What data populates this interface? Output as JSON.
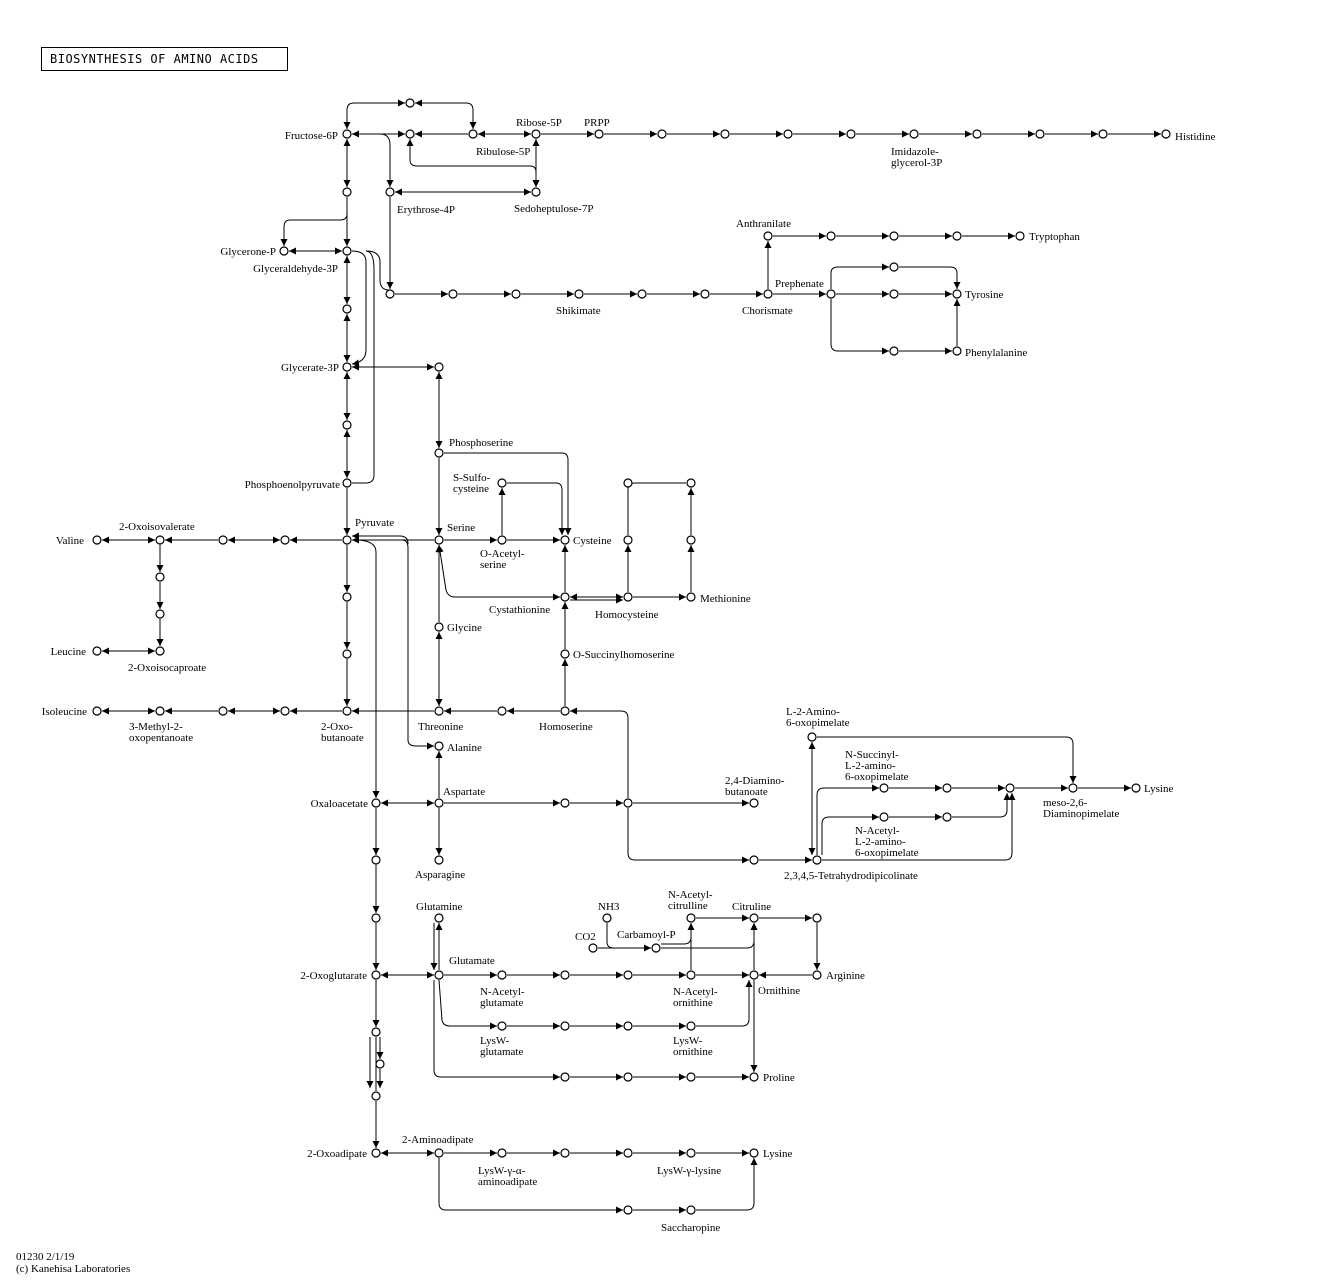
{
  "title": "BIOSYNTHESIS OF AMINO ACIDS",
  "footer": {
    "code_date": "01230 2/1/19",
    "copyright": "(c) Kanehisa Laboratories"
  },
  "compounds": {
    "fructose_6p": "Fructose-6P",
    "ribose_5p": "Ribose-5P",
    "prpp": "PRPP",
    "ribulose_5p": "Ribulose-5P",
    "imidazole_glycerol_3p": [
      "Imidazole-",
      "glycerol-3P"
    ],
    "histidine": "Histidine",
    "erythrose_4p": "Erythrose-4P",
    "sedoheptulose_7p": "Sedoheptulose-7P",
    "glycerone_p": "Glycerone-P",
    "glyceraldehyde_3p": "Glyceraldehyde-3P",
    "anthranilate": "Anthranilate",
    "tryptophan": "Tryptophan",
    "prephenate": "Prephenate",
    "tyrosine": "Tyrosine",
    "shikimate": "Shikimate",
    "chorismate": "Chorismate",
    "phenylalanine": "Phenylalanine",
    "glycerate_3p": "Glycerate-3P",
    "phosphoserine": "Phosphoserine",
    "s_sulfocysteine": [
      "S-Sulfo-",
      "cysteine"
    ],
    "phosphoenolpyruvate": "Phosphoenolpyruvate",
    "pyruvate": "Pyruvate",
    "serine": "Serine",
    "cysteine": "Cysteine",
    "o_acetylserine": [
      "O-Acetyl-",
      "serine"
    ],
    "oxoisovalerate": "2-Oxoisovalerate",
    "valine": "Valine",
    "cystathionine": "Cystathionine",
    "homocysteine": "Homocysteine",
    "methionine": "Methionine",
    "glycine": "Glycine",
    "leucine": "Leucine",
    "oxoisocaproate": "2-Oxoisocaproate",
    "o_succinylhomoserine": "O-Succinylhomoserine",
    "isoleucine": "Isoleucine",
    "methyl_oxopentanoate": [
      "3-Methyl-2-",
      "oxopentanoate"
    ],
    "oxobutanoate": [
      "2-Oxo-",
      "butanoate"
    ],
    "threonine": "Threonine",
    "homoserine": "Homoserine",
    "l2_amino_6_oxopimelate": [
      "L-2-Amino-",
      "6-oxopimelate"
    ],
    "alanine": "Alanine",
    "n_succinyl": [
      "N-Succinyl-",
      "L-2-amino-",
      "6-oxopimelate"
    ],
    "diaminobutanoate": [
      "2,4-Diamino-",
      "butanoate"
    ],
    "oxaloacetate": "Oxaloacetate",
    "aspartate": "Aspartate",
    "meso_dap": [
      "meso-2,6-",
      "Diaminopimelate"
    ],
    "lysine": "Lysine",
    "n_acetyl_oxopimelate": [
      "N-Acetyl-",
      "L-2-amino-",
      "6-oxopimelate"
    ],
    "tetrahydrodipicolinate": "2,3,4,5-Tetrahydrodipicolinate",
    "asparagine": "Asparagine",
    "glutamine": "Glutamine",
    "nh3": "NH3",
    "n_acetylcitrulline": [
      "N-Acetyl-",
      "citrulline"
    ],
    "citrulline": "Citruline",
    "co2": "CO2",
    "carbamoyl_p": "Carbamoyl-P",
    "oxoglutarate": "2-Oxoglutarate",
    "glutamate": "Glutamate",
    "arginine": "Arginine",
    "n_acetylglutamate": [
      "N-Acetyl-",
      "glutamate"
    ],
    "n_acetylornithine": [
      "N-Acetyl-",
      "ornithine"
    ],
    "ornithine": "Ornithine",
    "lysw_glutamate": [
      "LysW-",
      "glutamate"
    ],
    "lysw_ornithine": [
      "LysW-",
      "ornithine"
    ],
    "proline": "Proline",
    "aminoadipate": "2-Aminoadipate",
    "oxoadipate": "2-Oxoadipate",
    "lysw_aminoadipate": [
      "LysW-γ-α-",
      "aminoadipate"
    ],
    "lysw_lysine": "LysW-γ-lysine",
    "lysine2": "Lysine",
    "saccharopine": "Saccharopine"
  }
}
